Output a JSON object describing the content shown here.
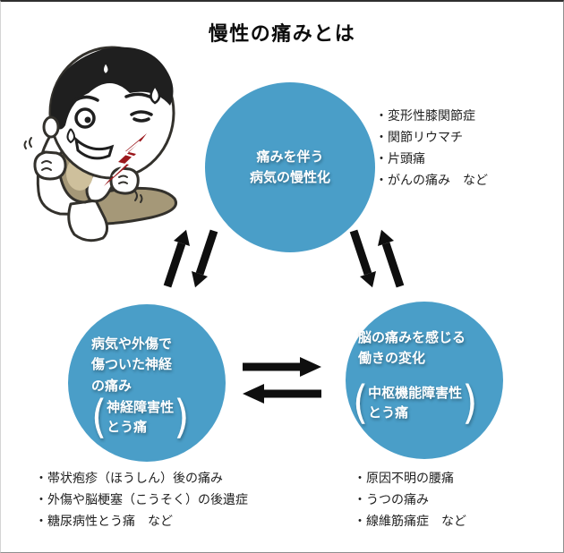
{
  "title": "慢性の痛みとは",
  "colors": {
    "circle_fill": "#4a9ec8",
    "arrow": "#0f0f0f",
    "body_text": "#1f1f1f",
    "pain_bolt": "#9b181c",
    "pants": "#a59878",
    "background": "#ffffff"
  },
  "icons": {
    "person_illustration": "man-wincing-holding-painful-knee",
    "diagonal_arrows_left": "double-arrow-diagonal-bidirectional",
    "diagonal_arrows_right": "double-arrow-diagonal-bidirectional",
    "horizontal_arrows": "double-arrow-horizontal-bidirectional"
  },
  "paren_glyphs": {
    "open": "(",
    "close": ")"
  },
  "circles": {
    "top": {
      "lines": [
        "痛みを伴う",
        "病気の慢性化"
      ]
    },
    "bottom_left": {
      "lines": [
        "病気や外傷で",
        "傷ついた神経",
        "の痛み"
      ],
      "paren_lines": [
        "神経障害性",
        "とう痛"
      ]
    },
    "bottom_right": {
      "lines": [
        "脳の痛みを感じる",
        "働きの変化"
      ],
      "paren_lines": [
        "中枢機能障害性",
        "とう痛"
      ]
    }
  },
  "lists": {
    "top_right": [
      "・変形性膝関節症",
      "・関節リウマチ",
      "・片頭痛",
      "・がんの痛み　など"
    ],
    "bottom_left": [
      "・帯状疱疹（ほうしん）後の痛み",
      "・外傷や脳梗塞（こうそく）の後遺症",
      "・糖尿病性とう痛　など"
    ],
    "bottom_right": [
      "・原因不明の腰痛",
      "・うつの痛み",
      "・線維筋痛症　など"
    ]
  }
}
